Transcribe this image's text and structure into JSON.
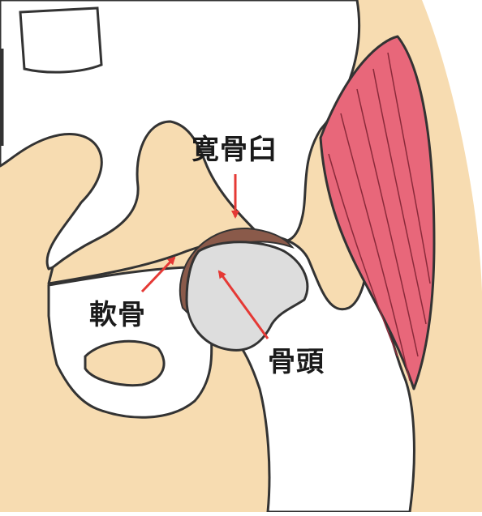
{
  "labels": {
    "acetabulum": "寛骨臼",
    "cartilage": "軟骨",
    "femoral_head": "骨頭"
  },
  "colors": {
    "skin": "#f7dcb1",
    "bone": "#ffffff",
    "outline": "#333333",
    "muscle": "#e8677a",
    "muscle_lines": "#8a2a3a",
    "cartilage": "#8a5a4a",
    "femoral_head": "#dddddd",
    "arrow": "#e53935"
  },
  "icons": {
    "arrow": "arrow-icon"
  }
}
